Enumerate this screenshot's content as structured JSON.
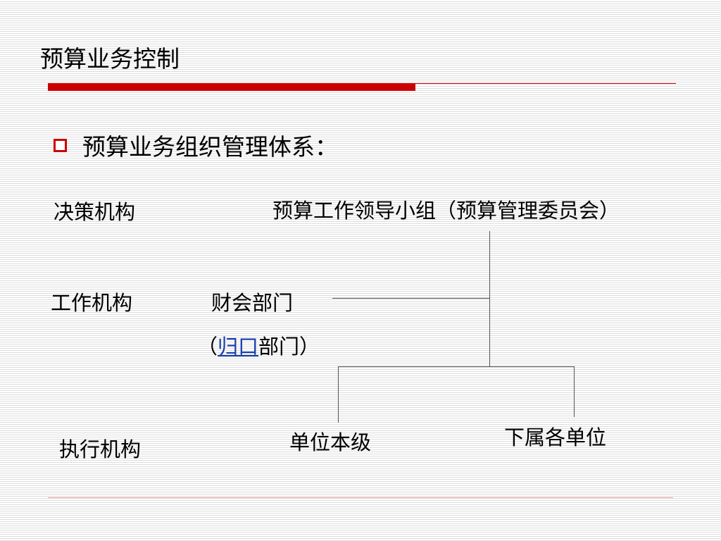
{
  "slide": {
    "title": "预算业务控制",
    "heading": "预算业务组织管理体系："
  },
  "labels": {
    "decision": "决策机构",
    "work": "工作机构",
    "execution": "执行机构"
  },
  "nodes": {
    "leadership": "预算工作领导小组（预算管理委员会）",
    "finance": "财会部门",
    "gk_open": "（",
    "gk_link": "归口",
    "gk_close": "部门）",
    "self_unit": "单位本级",
    "subordinate": "下属各单位"
  },
  "colors": {
    "accent": "#cc0000",
    "link": "#1a3fae"
  }
}
